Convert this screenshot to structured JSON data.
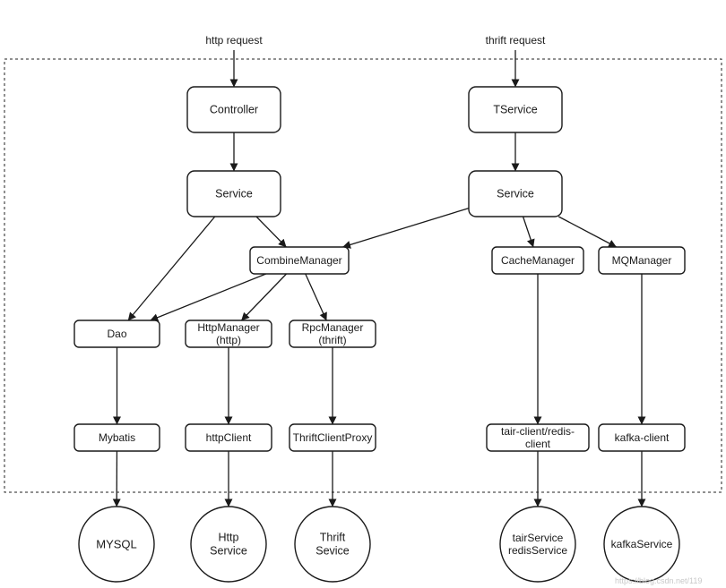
{
  "inputs": {
    "http": "http request",
    "thrift": "thrift request"
  },
  "nodes": {
    "controller": [
      "Controller"
    ],
    "tservice": [
      "TService"
    ],
    "service_http": [
      "Service"
    ],
    "service_thrift": [
      "Service"
    ],
    "combine_manager": [
      "CombineManager"
    ],
    "cache_manager": [
      "CacheManager"
    ],
    "mq_manager": [
      "MQManager"
    ],
    "dao": [
      "Dao"
    ],
    "http_manager": [
      "HttpManager",
      "(http)"
    ],
    "rpc_manager": [
      "RpcManager",
      "(thrift)"
    ],
    "mybatis": [
      "Mybatis"
    ],
    "http_client": [
      "httpClient"
    ],
    "thrift_client_proxy": [
      "ThriftClientProxy"
    ],
    "tair_redis_client": [
      "tair-client/redis-",
      "client"
    ],
    "kafka_client": [
      "kafka-client"
    ]
  },
  "externals": {
    "mysql": [
      "MYSQL"
    ],
    "http_service": [
      "Http",
      "Service"
    ],
    "thrift_service": [
      "Thrift",
      "Sevice"
    ],
    "tair_redis_service": [
      "tairService",
      "redisService"
    ],
    "kafka_service": [
      "kafkaService"
    ]
  },
  "edges": [
    [
      "input_http",
      "controller"
    ],
    [
      "input_thrift",
      "tservice"
    ],
    [
      "controller",
      "service_http"
    ],
    [
      "tservice",
      "service_thrift"
    ],
    [
      "service_http",
      "dao"
    ],
    [
      "service_http",
      "combine_manager"
    ],
    [
      "service_thrift",
      "combine_manager"
    ],
    [
      "service_thrift",
      "cache_manager"
    ],
    [
      "service_thrift",
      "mq_manager"
    ],
    [
      "combine_manager",
      "dao"
    ],
    [
      "combine_manager",
      "http_manager"
    ],
    [
      "combine_manager",
      "rpc_manager"
    ],
    [
      "dao",
      "mybatis"
    ],
    [
      "http_manager",
      "http_client"
    ],
    [
      "rpc_manager",
      "thrift_client_proxy"
    ],
    [
      "cache_manager",
      "tair_redis_client"
    ],
    [
      "mq_manager",
      "kafka_client"
    ],
    [
      "mybatis",
      "mysql"
    ],
    [
      "http_client",
      "http_service"
    ],
    [
      "thrift_client_proxy",
      "thrift_service"
    ],
    [
      "tair_redis_client",
      "tair_redis_service"
    ],
    [
      "kafka_client",
      "kafka_service"
    ]
  ],
  "watermark": "https://blog.csdn.net/119"
}
